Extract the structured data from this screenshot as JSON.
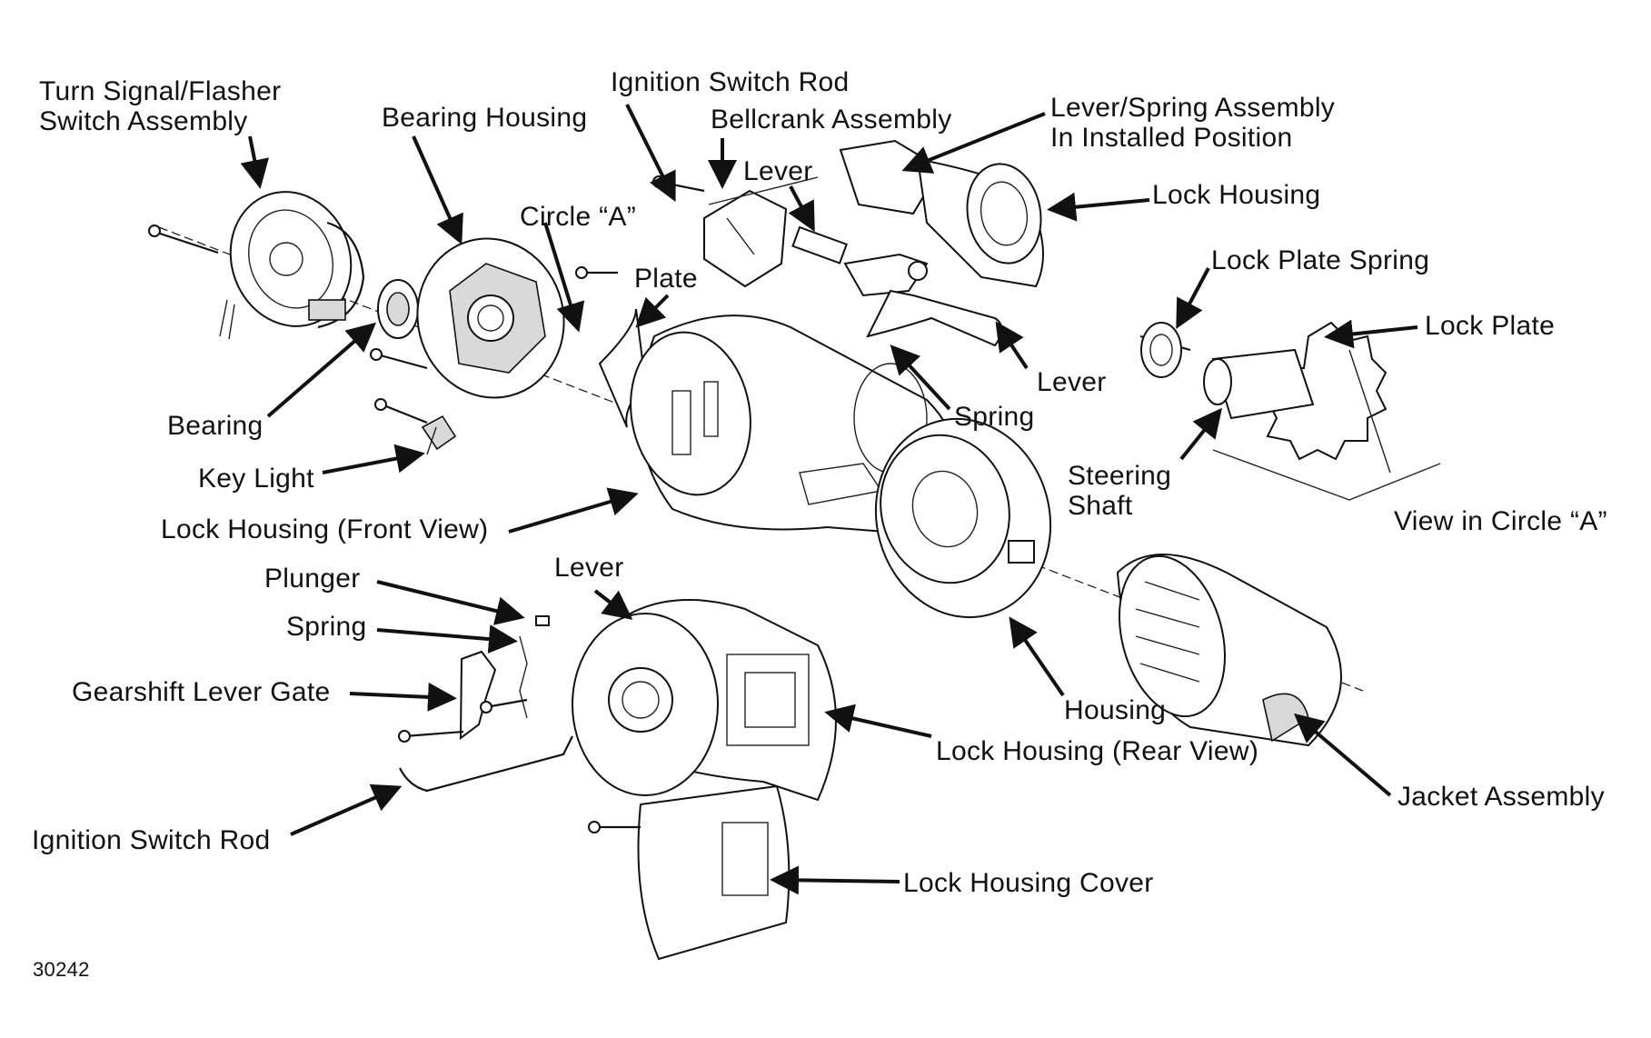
{
  "figure_number": "30242",
  "labels": {
    "turn_signal": "Turn Signal/Flasher\nSwitch Assembly",
    "bearing_housing": "Bearing Housing",
    "ignition_rod_top": "Ignition Switch Rod",
    "bellcrank": "Bellcrank Assembly",
    "lever_top": "Lever",
    "circle_a": "Circle “A”",
    "plate": "Plate",
    "lever_spring_assembly": "Lever/Spring Assembly\nIn Installed Position",
    "lock_housing_top": "Lock Housing",
    "lock_plate_spring": "Lock Plate Spring",
    "lock_plate": "Lock Plate",
    "lever_mid": "Lever",
    "spring_mid": "Spring",
    "bearing": "Bearing",
    "key_light": "Key Light",
    "lock_housing_front": "Lock Housing (Front View)",
    "steering_shaft": "Steering\nShaft",
    "view_circle_a": "View in Circle “A”",
    "plunger": "Plunger",
    "lever_low": "Lever",
    "spring_low": "Spring",
    "gate": "Gearshift Lever Gate",
    "housing": "Housing",
    "lock_housing_rear": "Lock Housing (Rear View)",
    "jacket": "Jacket Assembly",
    "ignition_rod_bottom": "Ignition Switch Rod",
    "cover": "Lock Housing Cover"
  }
}
